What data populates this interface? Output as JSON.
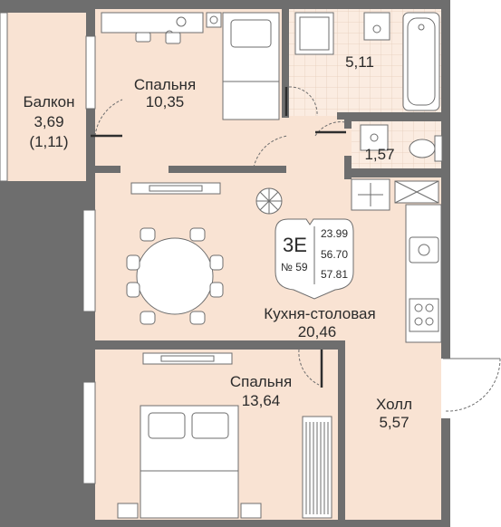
{
  "apartment": {
    "type_code": "3E",
    "number_label": "№ 59",
    "areas": [
      "23.99",
      "56.70",
      "57.81"
    ]
  },
  "rooms": {
    "balcony": {
      "name": "Балкон",
      "area": "3,69",
      "area_reduced": "(1,11)"
    },
    "bedroom1": {
      "name": "Спальня",
      "area": "10,35"
    },
    "bathroom": {
      "area": "5,11"
    },
    "wc": {
      "area": "1,57"
    },
    "kitchen": {
      "name": "Кухня-столовая",
      "area": "20,46"
    },
    "bedroom2": {
      "name": "Спальня",
      "area": "13,64"
    },
    "hall": {
      "name": "Холл",
      "area": "5,57"
    }
  },
  "colors": {
    "room_fill": "#f9e3d3",
    "wall": "#6b6b6b",
    "furniture": "#ffffff",
    "tile_line": "#e4c9b6",
    "text": "#2b2b2b"
  }
}
